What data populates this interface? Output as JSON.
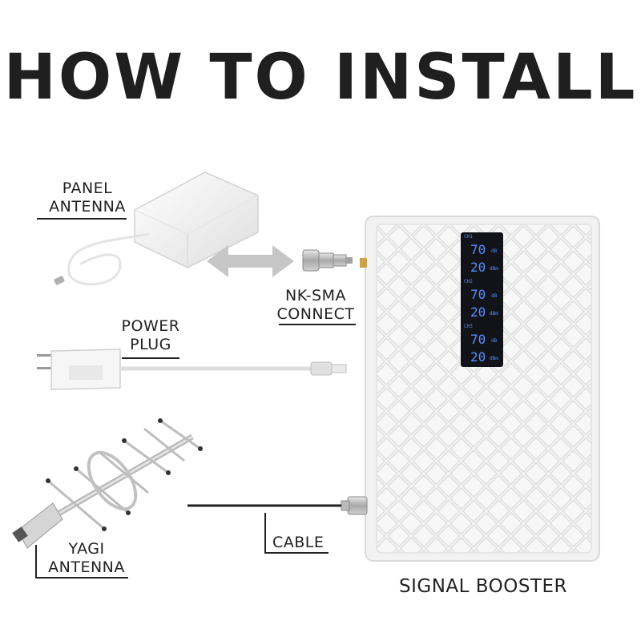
{
  "header": {
    "title": "HOW TO INSTALL"
  },
  "labels": {
    "panel_antenna": [
      "PANEL",
      "ANTENNA"
    ],
    "connector": [
      "NK-SMA",
      "CONNECT"
    ],
    "power_plug": [
      "POWER",
      "PLUG"
    ],
    "cable": "CABLE",
    "yagi_antenna": [
      "YAGI",
      "ANTENNA"
    ],
    "signal_booster": "SIGNAL BOOSTER"
  },
  "booster_display": {
    "channels": [
      {
        "name": "CH1",
        "gain_value": "70",
        "gain_unit": "dB",
        "power_value": "20",
        "power_unit": "dBm"
      },
      {
        "name": "CH2",
        "gain_value": "70",
        "gain_unit": "dB",
        "power_value": "20",
        "power_unit": "dBm"
      },
      {
        "name": "CH3",
        "gain_value": "70",
        "gain_unit": "dB",
        "power_value": "20",
        "power_unit": "dBm"
      }
    ]
  },
  "colors": {
    "lcd_bg": "#111318",
    "lcd_text": "#5a8cff",
    "line": "#222222"
  }
}
